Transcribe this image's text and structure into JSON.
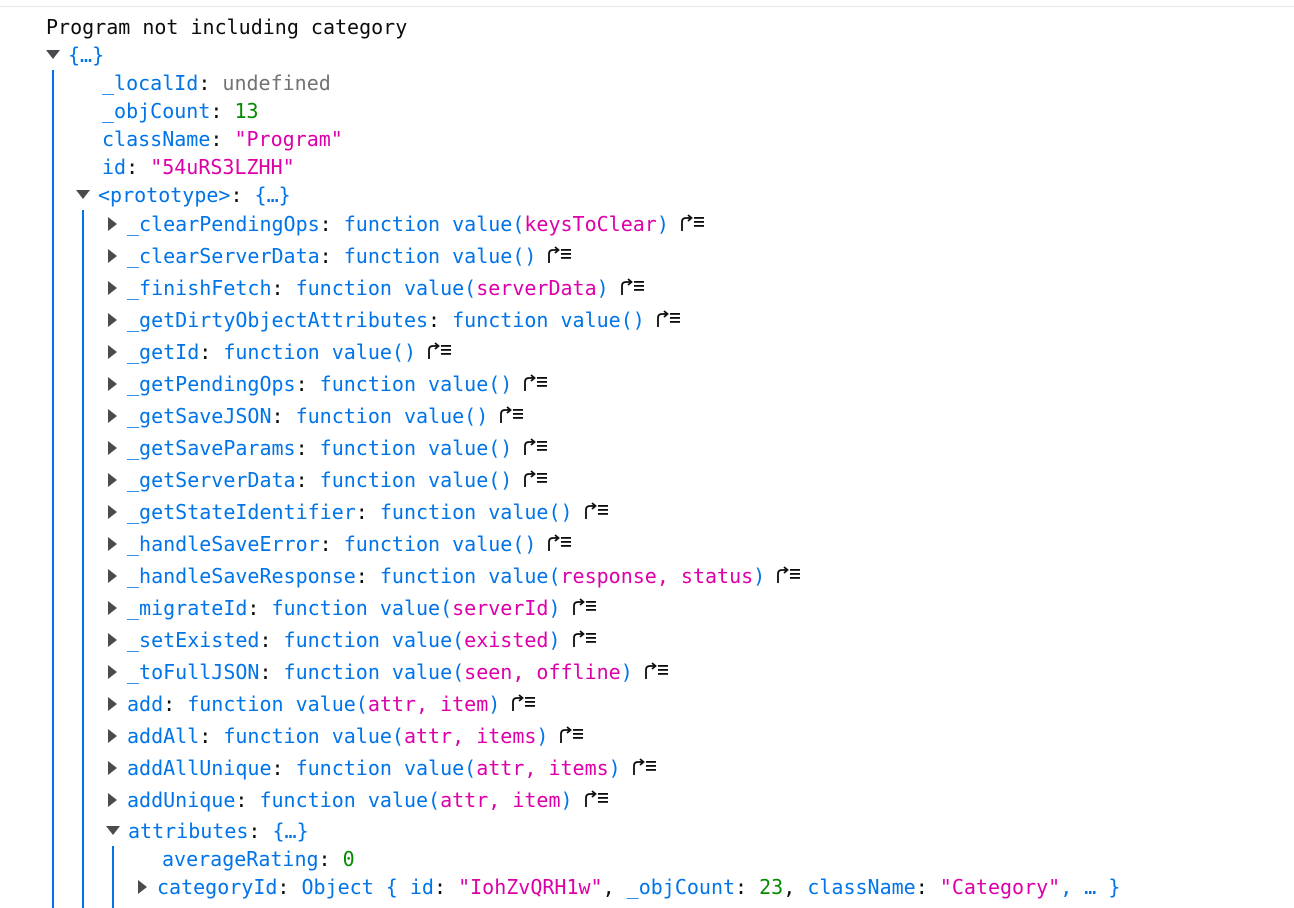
{
  "message": "Program not including category",
  "root_preview": "{…}",
  "fields": [
    {
      "key": "_localId",
      "sep": ": ",
      "value": "undefined",
      "kind": "undefined"
    },
    {
      "key": "_objCount",
      "sep": ": ",
      "value": "13",
      "kind": "number"
    },
    {
      "key": "className",
      "sep": ": ",
      "value": "\"Program\"",
      "kind": "string"
    },
    {
      "key": "id",
      "sep": ": ",
      "value": "\"54uRS3LZHH\"",
      "kind": "string"
    }
  ],
  "prototype": {
    "key": "<prototype>",
    "preview": "{…}",
    "methods": [
      {
        "key": "_clearPendingOps",
        "args": "keysToClear"
      },
      {
        "key": "_clearServerData",
        "args": ""
      },
      {
        "key": "_finishFetch",
        "args": "serverData"
      },
      {
        "key": "_getDirtyObjectAttributes",
        "args": ""
      },
      {
        "key": "_getId",
        "args": ""
      },
      {
        "key": "_getPendingOps",
        "args": ""
      },
      {
        "key": "_getSaveJSON",
        "args": ""
      },
      {
        "key": "_getSaveParams",
        "args": ""
      },
      {
        "key": "_getServerData",
        "args": ""
      },
      {
        "key": "_getStateIdentifier",
        "args": ""
      },
      {
        "key": "_handleSaveError",
        "args": ""
      },
      {
        "key": "_handleSaveResponse",
        "args": "response, status"
      },
      {
        "key": "_migrateId",
        "args": "serverId"
      },
      {
        "key": "_setExisted",
        "args": "existed"
      },
      {
        "key": "_toFullJSON",
        "args": "seen, offline"
      },
      {
        "key": "add",
        "args": "attr, item"
      },
      {
        "key": "addAll",
        "args": "attr, items"
      },
      {
        "key": "addAllUnique",
        "args": "attr, items"
      },
      {
        "key": "addUnique",
        "args": "attr, item"
      }
    ],
    "fn_prefix": "function value(",
    "fn_suffix": ")"
  },
  "attributes": {
    "key": "attributes",
    "preview": "{…}",
    "averageRating_key": "averageRating",
    "averageRating_value": "0",
    "categoryId_key": "categoryId",
    "categoryId_prefix": "Object { ",
    "categoryId_id_key": "id",
    "categoryId_id_value": "\"IohZvQRH1w\"",
    "categoryId_count_key": "_objCount",
    "categoryId_count_value": "23",
    "categoryId_class_key": "className",
    "categoryId_class_value": "\"Category\"",
    "categoryId_suffix": ", … }"
  },
  "colors": {
    "key": "#0074e8",
    "string": "#dd00a9",
    "number": "#058b00",
    "undefined": "#737373",
    "guide": "#0074e8"
  }
}
